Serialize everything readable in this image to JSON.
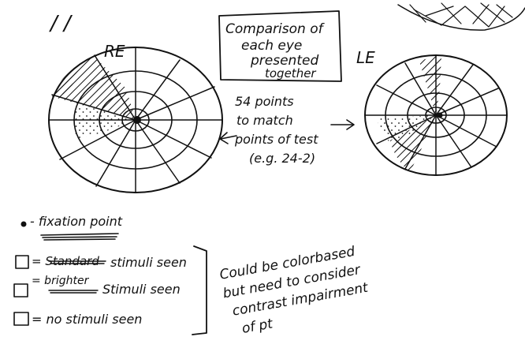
{
  "title_box": {
    "lines": [
      "Comparison of",
      "each eye",
      "presented",
      "together"
    ]
  },
  "right_eye_label": "RE",
  "left_eye_label": "LE",
  "center_note": {
    "lines": [
      "54 points",
      "to match",
      "points of test",
      "(e.g. 24-2)"
    ]
  },
  "legend": {
    "fixation": "- fixation point",
    "standard_label": "= Standard",
    "brighter_label": "= brighter",
    "stimuli_seen_1": "stimuli seen",
    "stimuli_seen_2": "Stimuli seen",
    "no_stimuli": "= no stimuli seen"
  },
  "side_note": {
    "lines": [
      "Could be colorbased",
      "but need to consider",
      "contrast impairment",
      "of pt"
    ]
  },
  "fragments": {
    "top_left": "/ /"
  }
}
